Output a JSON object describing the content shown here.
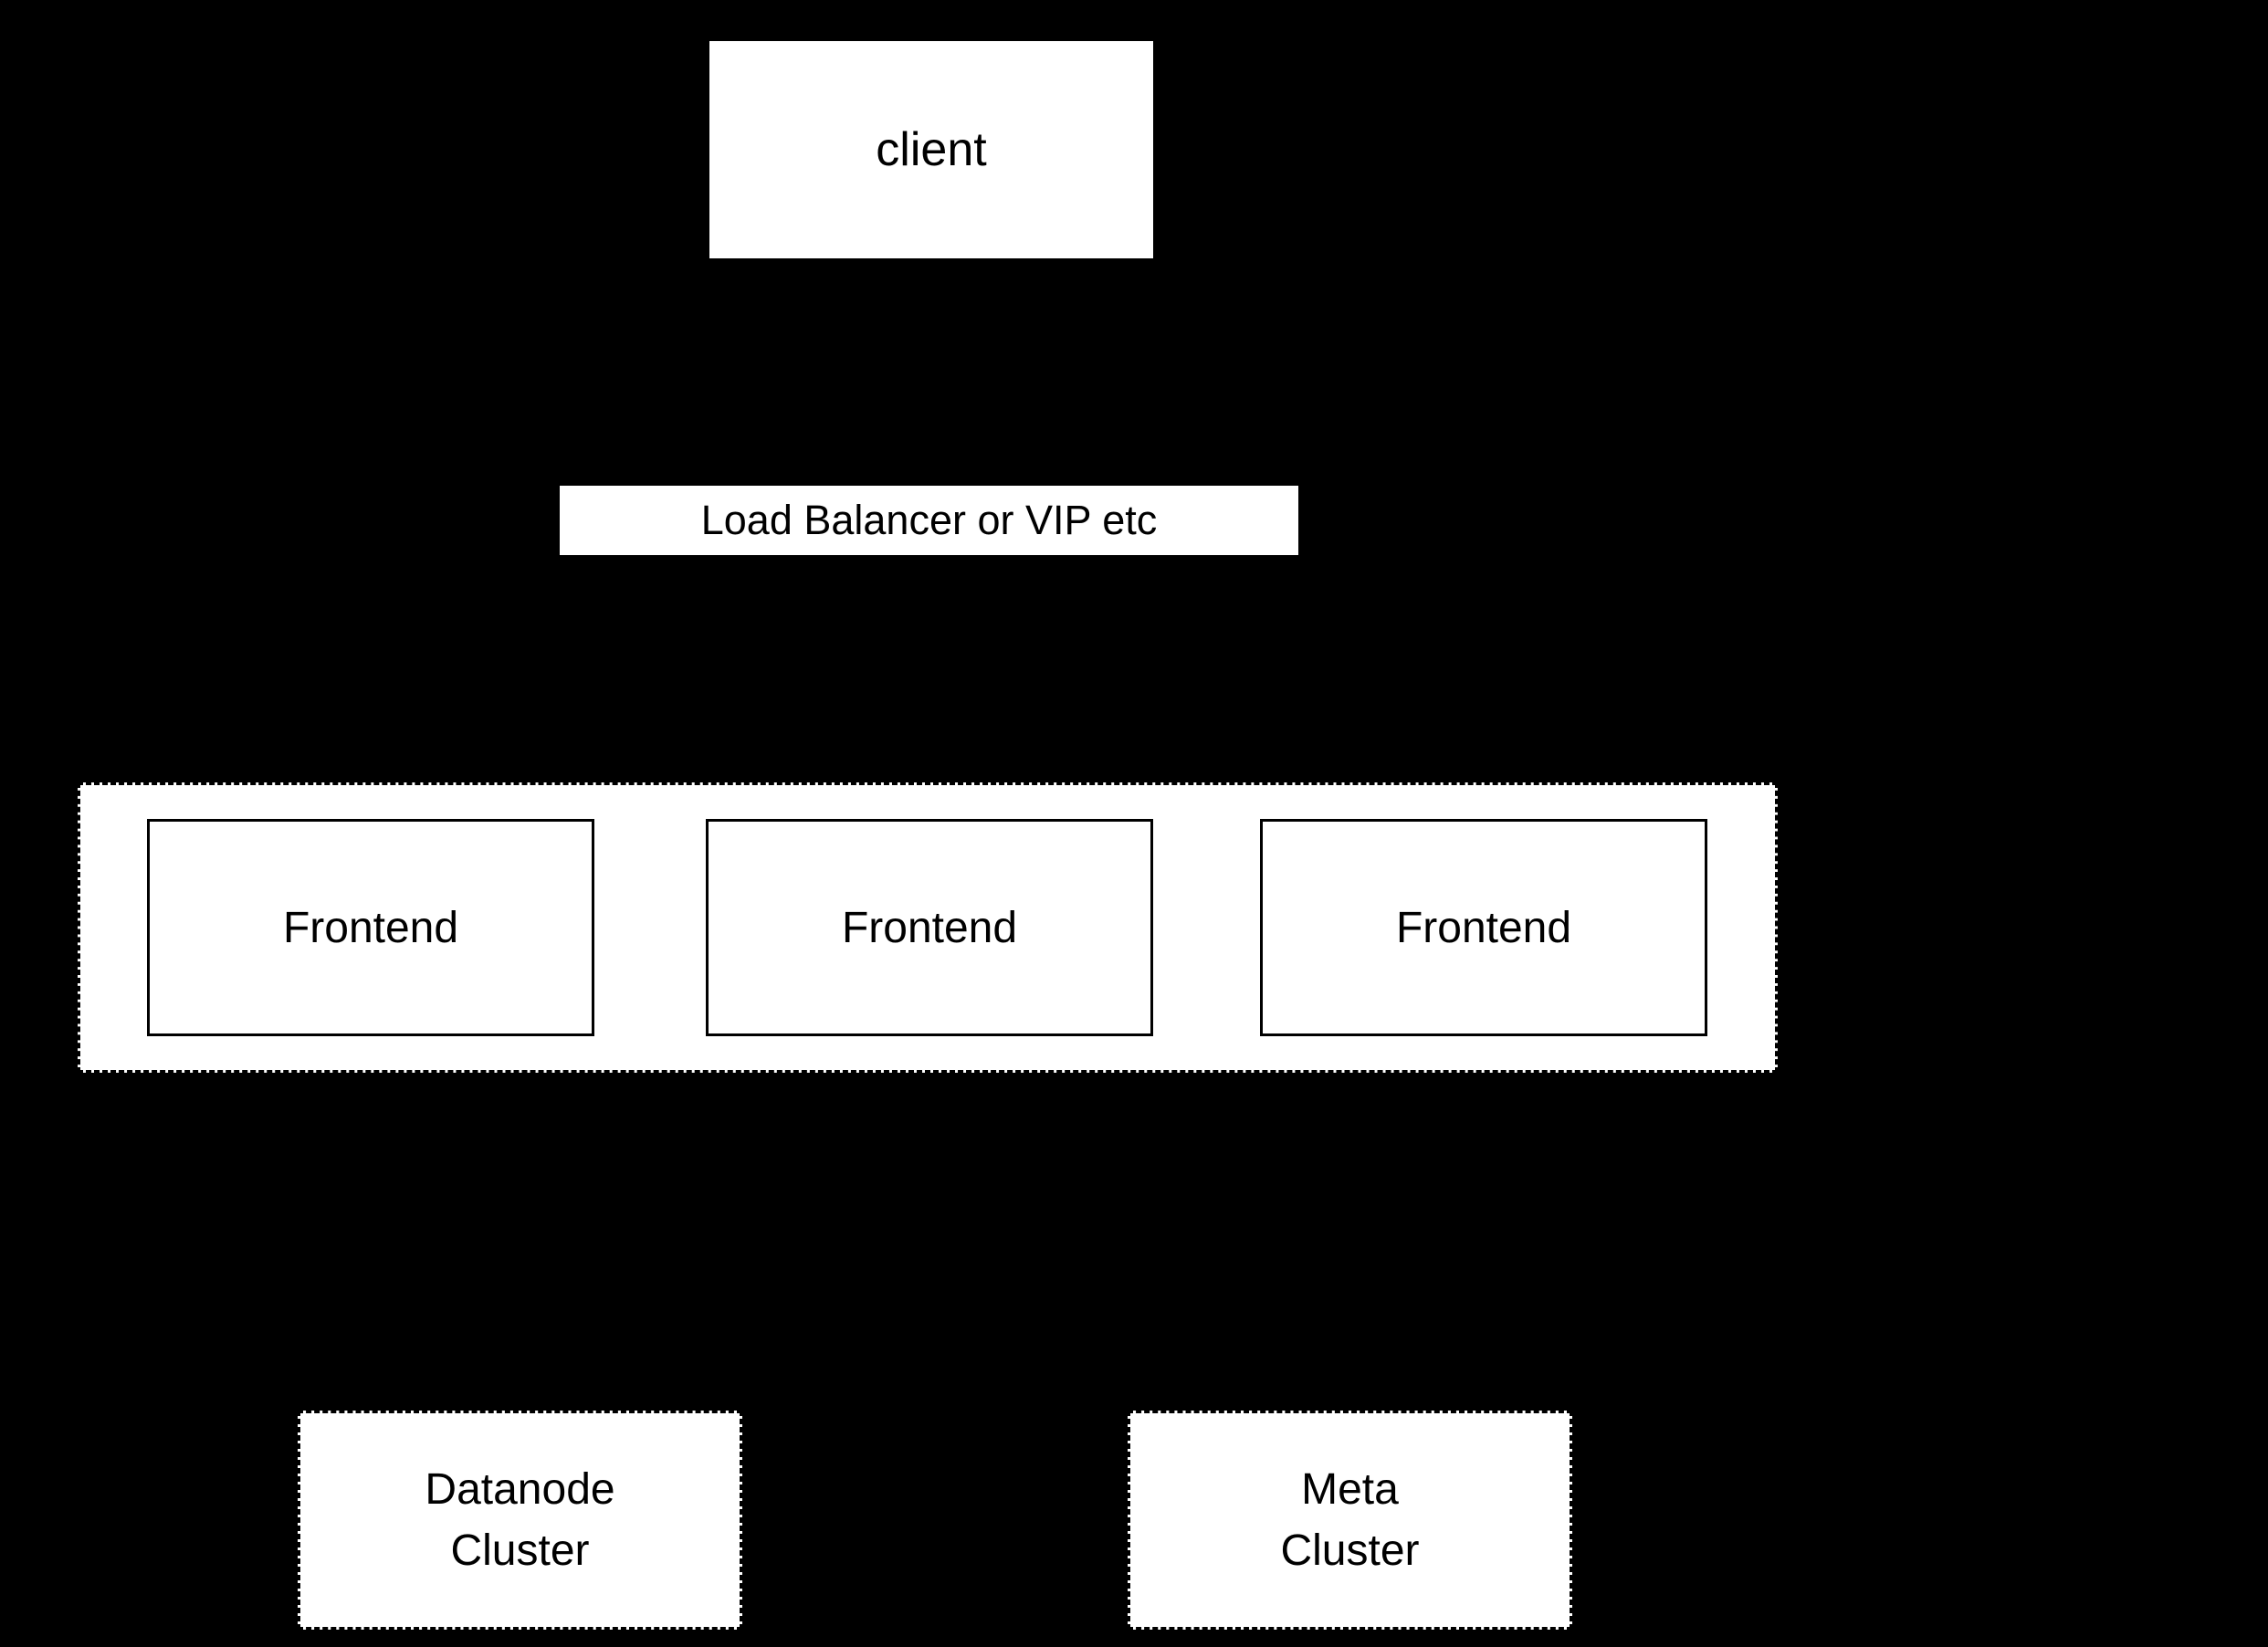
{
  "diagram": {
    "background_color": "#000000",
    "node_fill_color": "#ffffff",
    "border_color": "#000000",
    "nodes": {
      "client": {
        "label": "client"
      },
      "load_balancer": {
        "label": "Load Balancer or VIP etc"
      },
      "frontends": [
        {
          "label": "Frontend"
        },
        {
          "label": "Frontend"
        },
        {
          "label": "Frontend"
        }
      ],
      "datanode_cluster": {
        "label": "Datanode\nCluster"
      },
      "meta_cluster": {
        "label": "Meta\nCluster"
      }
    }
  }
}
